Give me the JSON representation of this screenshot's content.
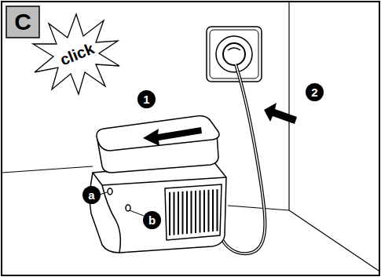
{
  "diagram": {
    "labels": [
      "C",
      "click",
      "1",
      "2",
      "a",
      "b"
    ]
  }
}
